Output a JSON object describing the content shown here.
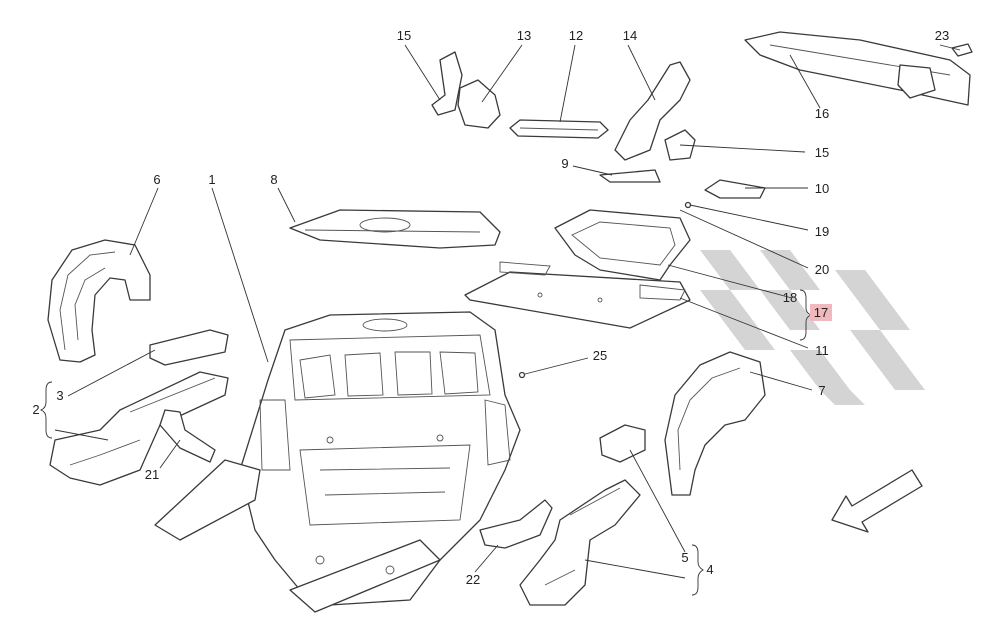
{
  "callouts": {
    "c1": "1",
    "c2": "2",
    "c3": "3",
    "c4": "4",
    "c5": "5",
    "c6": "6",
    "c7": "7",
    "c8": "8",
    "c9": "9",
    "c10": "10",
    "c11": "11",
    "c12": "12",
    "c13": "13",
    "c14": "14",
    "c15a": "15",
    "c15b": "15",
    "c16": "16",
    "c17": "17",
    "c18": "18",
    "c19": "19",
    "c20": "20",
    "c21": "21",
    "c22": "22",
    "c23": "23",
    "c25": "25"
  },
  "highlighted_callout": "17",
  "colors": {
    "highlight": "#f1b9bd",
    "line": "#333333",
    "checker": "#d4d4d4"
  },
  "icons": {
    "direction": "arrow-down-left-icon"
  }
}
